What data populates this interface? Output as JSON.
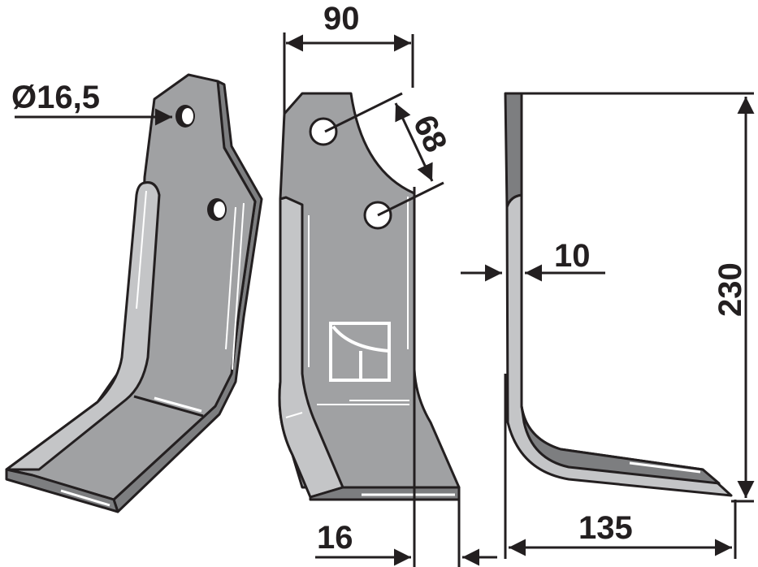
{
  "figure": {
    "description": "Technical drawing of a rotary tiller blade: perspective view, front view and side view with dimensions",
    "colors": {
      "outline": "#231f20",
      "blade_face": "#a0a1a3",
      "blade_light": "#c4c5c7",
      "blade_dark": "#7d7e80",
      "highlight": "#ffffff",
      "background": "#ffffff"
    }
  },
  "views": {
    "perspective": {
      "label": "perspective-view",
      "hole_diameter": "Ø16,5"
    },
    "front": {
      "label": "front-view",
      "width": "90",
      "hole_spacing": "68",
      "edge_offset": "16",
      "logo": "square-tree-logo"
    },
    "side": {
      "label": "side-view",
      "thickness": "10",
      "height": "230",
      "length": "135"
    }
  }
}
